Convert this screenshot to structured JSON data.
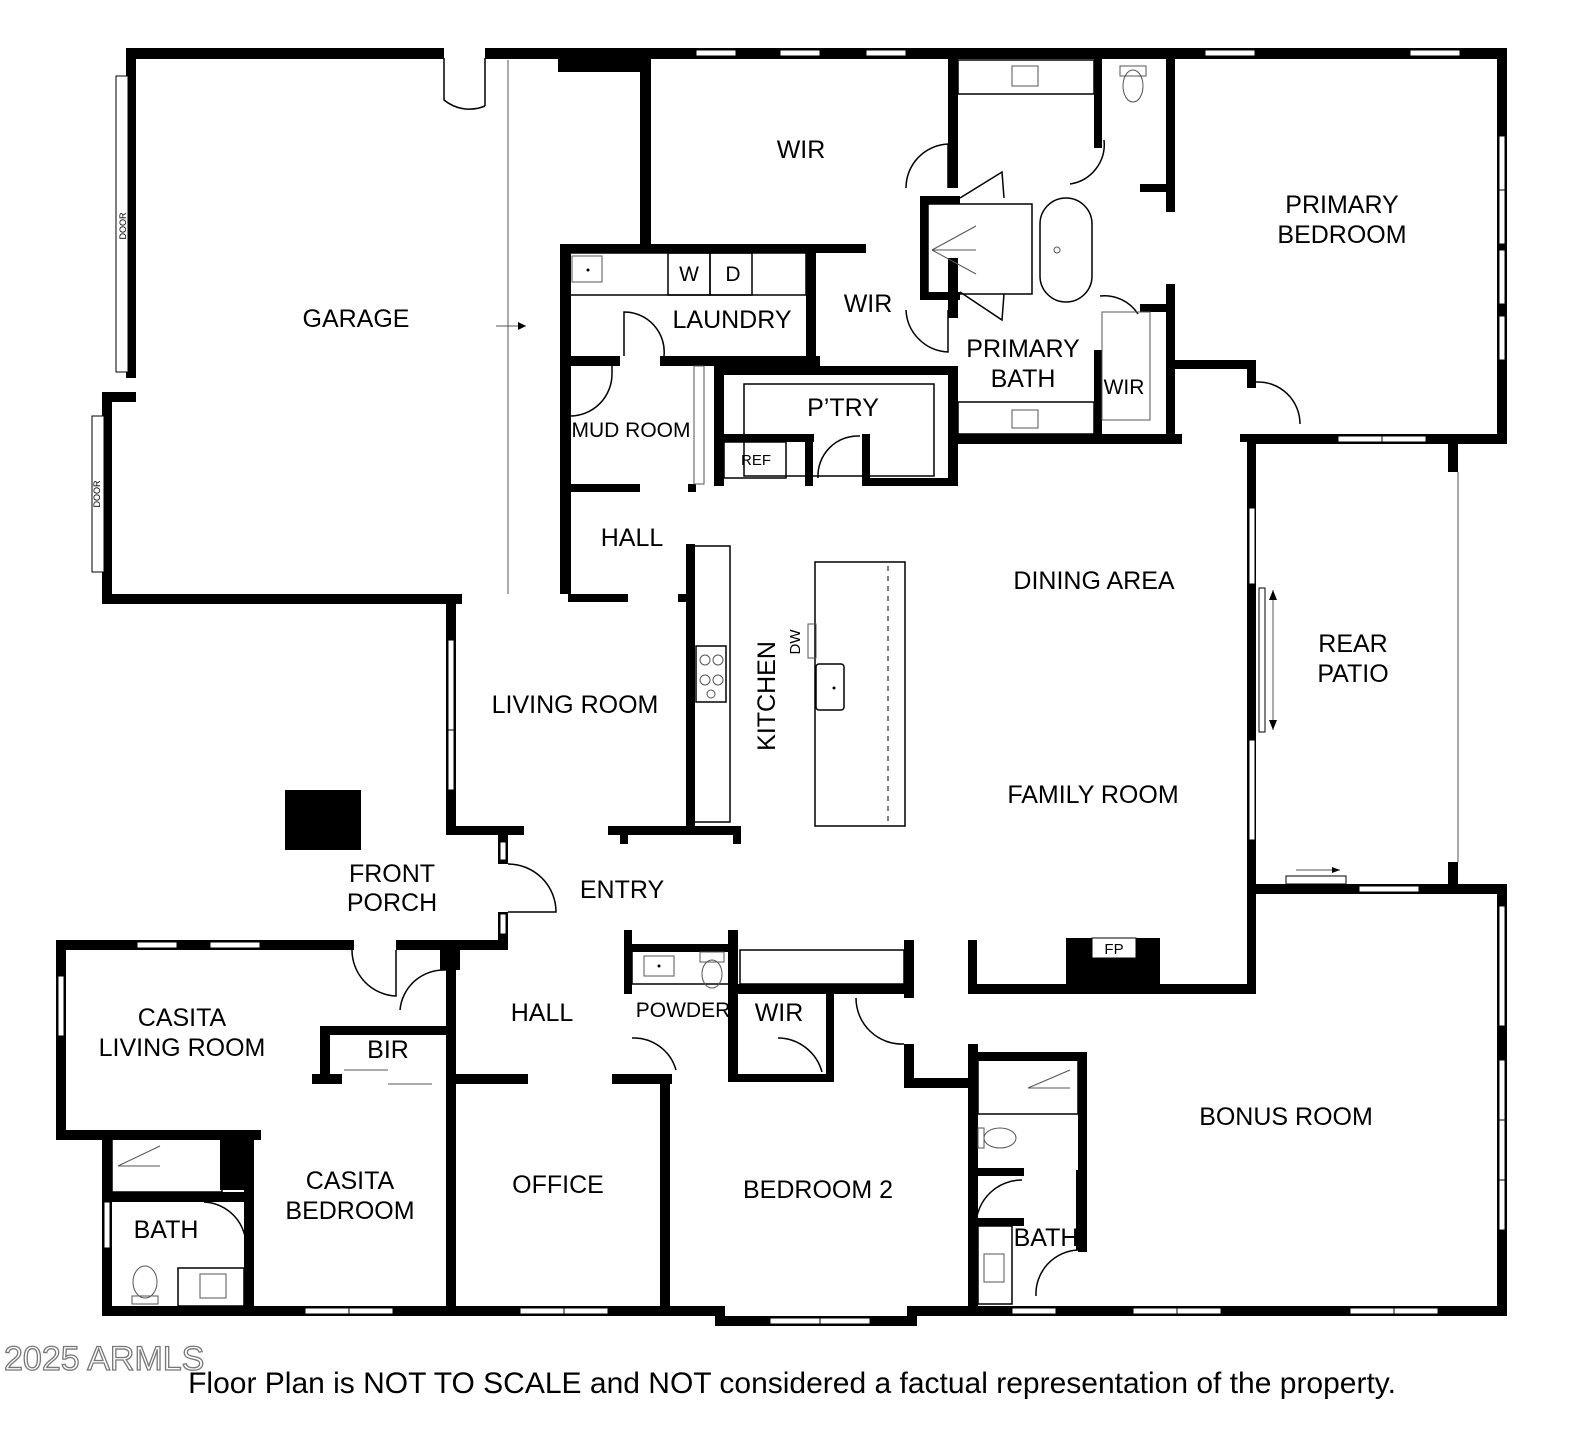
{
  "rooms": {
    "garage": "GARAGE",
    "wir_top": "WIR",
    "laundry": "LAUNDRY",
    "washer": "W",
    "dryer": "D",
    "wir_mid": "WIR",
    "primary_bedroom": [
      "PRIMARY",
      "BEDROOM"
    ],
    "primary_bath": [
      "PRIMARY",
      "BATH"
    ],
    "wir_bath": "WIR",
    "mud_room": "MUD ROOM",
    "pantry": "P’TRY",
    "ref": "REF",
    "hall_top": "HALL",
    "dining_area": "DINING AREA",
    "dw": "DW",
    "rear_patio": [
      "REAR",
      "PATIO"
    ],
    "living_room": "LIVING ROOM",
    "kitchen": "KITCHEN",
    "family_room": "FAMILY ROOM",
    "front_porch": [
      "FRONT",
      "PORCH"
    ],
    "entry": "ENTRY",
    "fp": "FP",
    "casita_living_room": [
      "CASITA",
      "LIVING ROOM"
    ],
    "hall_bottom": "HALL",
    "powder": "POWDER",
    "wir_bottom": "WIR",
    "bir": "BIR",
    "bonus_room": "BONUS ROOM",
    "casita_bedroom": [
      "CASITA",
      "BEDROOM"
    ],
    "office": "OFFICE",
    "bedroom_2": "BEDROOM 2",
    "bath_casita": "BATH",
    "bath_bonus": "BATH",
    "garage_door_label": "DOOR"
  },
  "footer": {
    "watermark": "2025 ARMLS",
    "disclaimer": "Floor Plan is NOT TO SCALE and NOT considered a factual representation of the property."
  }
}
